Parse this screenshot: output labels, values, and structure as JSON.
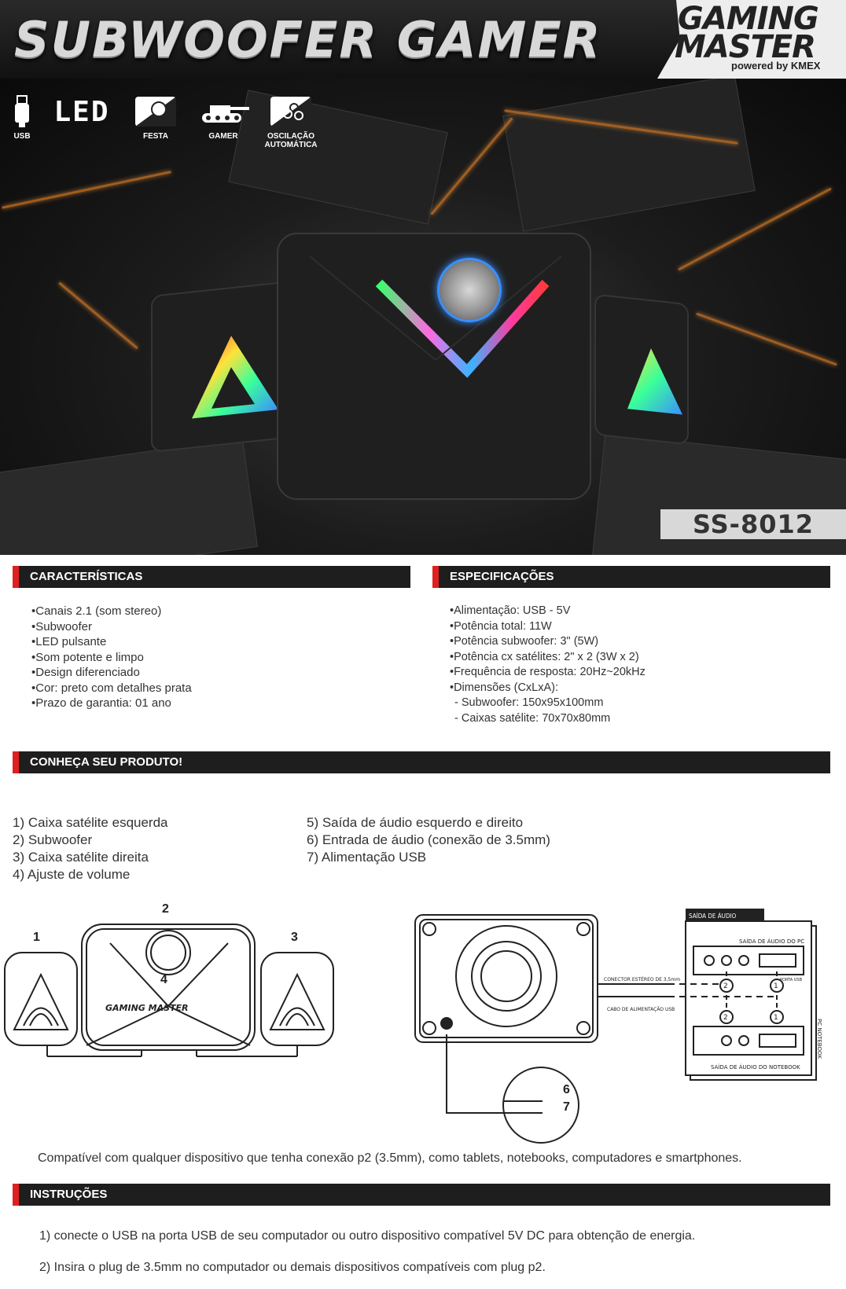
{
  "header": {
    "title": "SUBWOOFER GAMER",
    "brand_line1": "GAMING",
    "brand_line2": "MASTER",
    "powered_by": "powered by KMEX"
  },
  "hero": {
    "features": [
      {
        "icon": "usb-icon",
        "label": "USB"
      },
      {
        "icon": "led-icon",
        "label": ""
      },
      {
        "icon": "disco-ball-icon",
        "label": "FESTA"
      },
      {
        "icon": "tank-icon",
        "label": "GAMER"
      },
      {
        "icon": "oscillation-icon",
        "label": "OSCILAÇÃO AUTOMÁTICA"
      }
    ],
    "led_text": "LED",
    "model": "SS-8012"
  },
  "caracteristicas": {
    "title": "CARACTERÍSTICAS",
    "items": [
      "•Canais 2.1 (som stereo)",
      "•Subwoofer",
      "•LED pulsante",
      "•Som potente e limpo",
      "•Design diferenciado",
      "•Cor: preto com detalhes prata",
      "•Prazo de garantia: 01 ano"
    ]
  },
  "especificacoes": {
    "title": "ESPECIFICAÇÕES",
    "items": [
      "•Alimentação: USB - 5V",
      "•Potência total: 11W",
      "•Potência subwoofer: 3\" (5W)",
      "•Potência cx satélites: 2\" x 2 (3W x 2)",
      "•Frequência de resposta: 20Hz~20kHz",
      "•Dimensões (CxLxA):",
      " - Subwoofer: 150x95x100mm",
      " - Caixas satélite: 70x70x80mm"
    ]
  },
  "conheca": {
    "title": "CONHEÇA SEU PRODUTO!",
    "left_items": [
      "1) Caixa satélite esquerda",
      "2) Subwoofer",
      "3) Caixa satélite direita",
      "4) Ajuste de volume"
    ],
    "right_items": [
      "5) Saída de áudio esquerdo e direito",
      "6) Entrada de áudio (conexão de 3.5mm)",
      "7) Alimentação USB"
    ],
    "diagram_numbers": [
      "1",
      "2",
      "3",
      "4",
      "6",
      "7"
    ],
    "diagram_brand": "GAMING MASTER",
    "rear_labels": {
      "audio_out": "SAÍDA DE ÁUDIO",
      "pc_out": "SAÍDA DE ÁUDIO DO PC",
      "notebook_out": "SAÍDA DE ÁUDIO DO NOTEBOOK",
      "pc_notebook": "PC NOTEBOOK",
      "stereo_connector": "CONECTOR ESTÉREO DE 3,5mm",
      "usb_cable": "CABO DE ALIMENTAÇÃO USB",
      "usb_port": "PORTA USB"
    },
    "circle_numbers": [
      "2",
      "1",
      "2",
      "1"
    ]
  },
  "compat_text": "Compatível com qualquer dispositivo que tenha conexão p2 (3.5mm), como tablets, notebooks, computadores e smartphones.",
  "instrucoes": {
    "title": "INSTRUÇÕES",
    "items": [
      "1) conecte o USB na porta USB de seu computador ou outro dispositivo compatível 5V DC para obtenção de energia.",
      "2) Insira o plug de 3.5mm no computador ou demais dispositivos compatíveis com plug p2."
    ]
  },
  "colors": {
    "accent_red": "#e02020",
    "header_dark": "#1e1e1e",
    "knob_ring": "#3a8fff"
  }
}
